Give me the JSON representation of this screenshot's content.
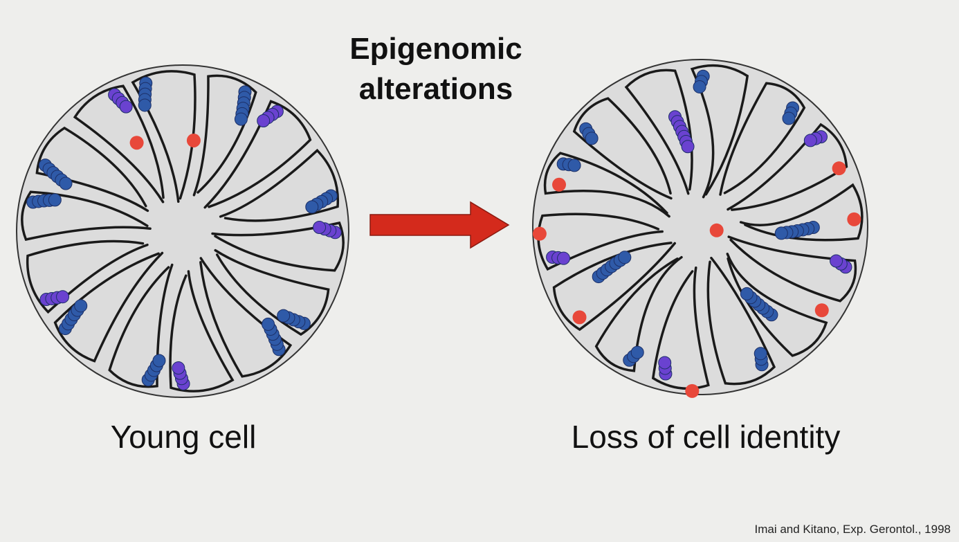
{
  "heading": {
    "line1": "Epigenomic",
    "line2": "alterations"
  },
  "cells": {
    "young": {
      "label": "Young cell"
    },
    "aged": {
      "label": "Loss of cell identity"
    }
  },
  "citation": "Imai and Kitano, Exp. Gerontol., 1998",
  "colors": {
    "background": "#eeeeec",
    "nucleus_fill": "#dcdcdc",
    "chromatin": "#1a1a1a",
    "heterochromatin_blue": "#2f5aa8",
    "heterochromatin_purple": "#6a42d0",
    "damage_marker": "#e8483a",
    "arrow": "#d42a1c"
  },
  "icons": {
    "transition": "right-arrow-icon"
  }
}
